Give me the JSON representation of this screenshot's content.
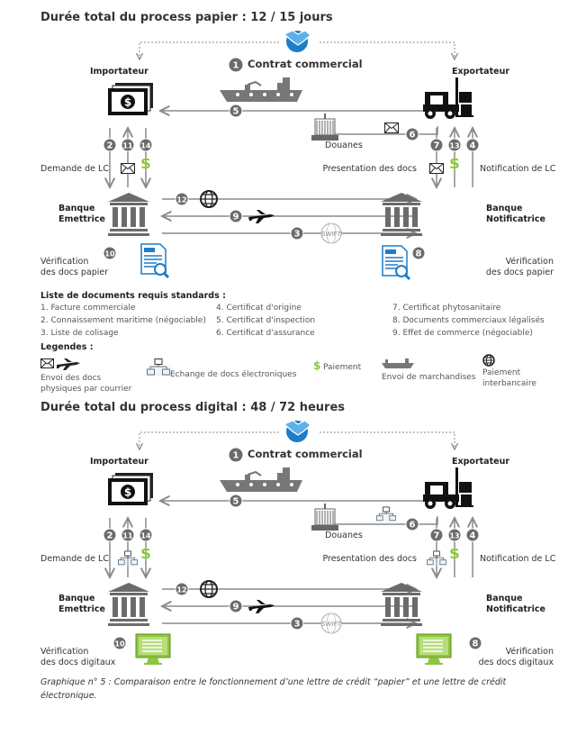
{
  "panels": [
    {
      "title": "Durée total du process papier : 12 / 15 jours",
      "mode": "paper",
      "contract": "Contrat commercial",
      "importer": "Importateur",
      "exporter": "Exportateur",
      "customs": "Douanes",
      "demande": "Demande de LC",
      "presentation": "Presentation des docs",
      "notification": "Notification de LC",
      "bank_left": [
        "Banque",
        "Emettrice"
      ],
      "bank_right": [
        "Banque",
        "Notificatrice"
      ],
      "verif_left": [
        "Vérification",
        "des docs papier"
      ],
      "verif_right": [
        "Vérification",
        "des docs papier"
      ],
      "swift": "SWIFT"
    },
    {
      "title": "Durée total du process digital : 48 / 72 heures",
      "mode": "digital",
      "contract": "Contrat commercial",
      "importer": "Importateur",
      "exporter": "Exportateur",
      "customs": "Douanes",
      "demande": "Demande de LC",
      "presentation": "Presentation des docs",
      "notification": "Notification de LC",
      "bank_left": [
        "Banque",
        "Emettrice"
      ],
      "bank_right": [
        "Banque",
        "Notificatrice"
      ],
      "verif_left": [
        "Vérification",
        "des docs digitaux"
      ],
      "verif_right": [
        "Vérification",
        "des docs digitaux"
      ],
      "swift": "SWIFT"
    }
  ],
  "steps": [
    "1",
    "2",
    "3",
    "4",
    "5",
    "6",
    "7",
    "8",
    "9",
    "10",
    "11",
    "12",
    "13",
    "14"
  ],
  "documents": {
    "heading": "Liste de documents requis standards :",
    "items": [
      "1.  Facture commerciale",
      "2.  Connaissement maritime (négociable)",
      "3.  Liste de colisage",
      "4.  Certificat d'origine",
      "5.  Certificat d'inspection",
      "6.  Certificat d'assurance",
      "7.  Certificat phytosanitaire",
      "8.  Documents commerciaux légalisés",
      "9.  Effet de commerce (négociable)"
    ]
  },
  "legend": {
    "heading": "Legendes :",
    "courier": [
      "Envoi des docs",
      "physiques par courrier"
    ],
    "electronic": "Echange de docs électroniques",
    "payment": "Paiement",
    "payment_symbol": "$",
    "goods": "Envoi de marchandises",
    "interbank": [
      "Paiement",
      "interbancaire"
    ]
  },
  "caption": "Graphique n° 5 : Comparaison entre le fonctionnement d’une lettre de crédit “papier” et une lettre de crédit électronique.",
  "colors": {
    "arrow": "#8a8a8a",
    "step": "#6b6b6b",
    "blue": "#1e7cc8",
    "green": "#8dc63f",
    "bank": "#666666"
  }
}
